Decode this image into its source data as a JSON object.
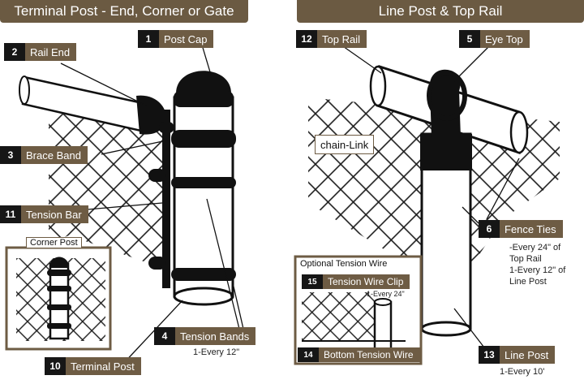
{
  "headers": {
    "left": "Terminal Post - End, Corner or Gate",
    "right": "Line Post & Top Rail"
  },
  "labels": [
    {
      "num": "1",
      "text": "Post Cap"
    },
    {
      "num": "2",
      "text": "Rail End"
    },
    {
      "num": "3",
      "text": "Brace Band"
    },
    {
      "num": "11",
      "text": "Tension Bar"
    },
    {
      "num": "4",
      "text": "Tension Bands"
    },
    {
      "num": "10",
      "text": "Terminal Post"
    },
    {
      "num": "12",
      "text": "Top Rail"
    },
    {
      "num": "5",
      "text": "Eye Top"
    },
    {
      "num": "6",
      "text": "Fence Ties"
    },
    {
      "num": "13",
      "text": "Line Post"
    },
    {
      "num": "15",
      "text": "Tension Wire Clip"
    },
    {
      "num": "14",
      "text": "Bottom Tension Wire"
    }
  ],
  "chain_link_label": "chain-Link",
  "notes": {
    "tension_bands": "1-Every 12\"",
    "fence_ties": "-Every 24\" of\nTop Rail\n1-Every 12\" of\nLine Post",
    "line_post": "1-Every 10'",
    "tension_wire_clip": "1-Every 24\""
  },
  "insets": {
    "corner_post_title": "Corner Post",
    "optional_tension_wire_title": "Optional Tension Wire"
  },
  "colors": {
    "label_bg": "#6e5c44",
    "number_bg": "#161616",
    "header_bg": "#6b5a42",
    "line_art": "#111111"
  }
}
